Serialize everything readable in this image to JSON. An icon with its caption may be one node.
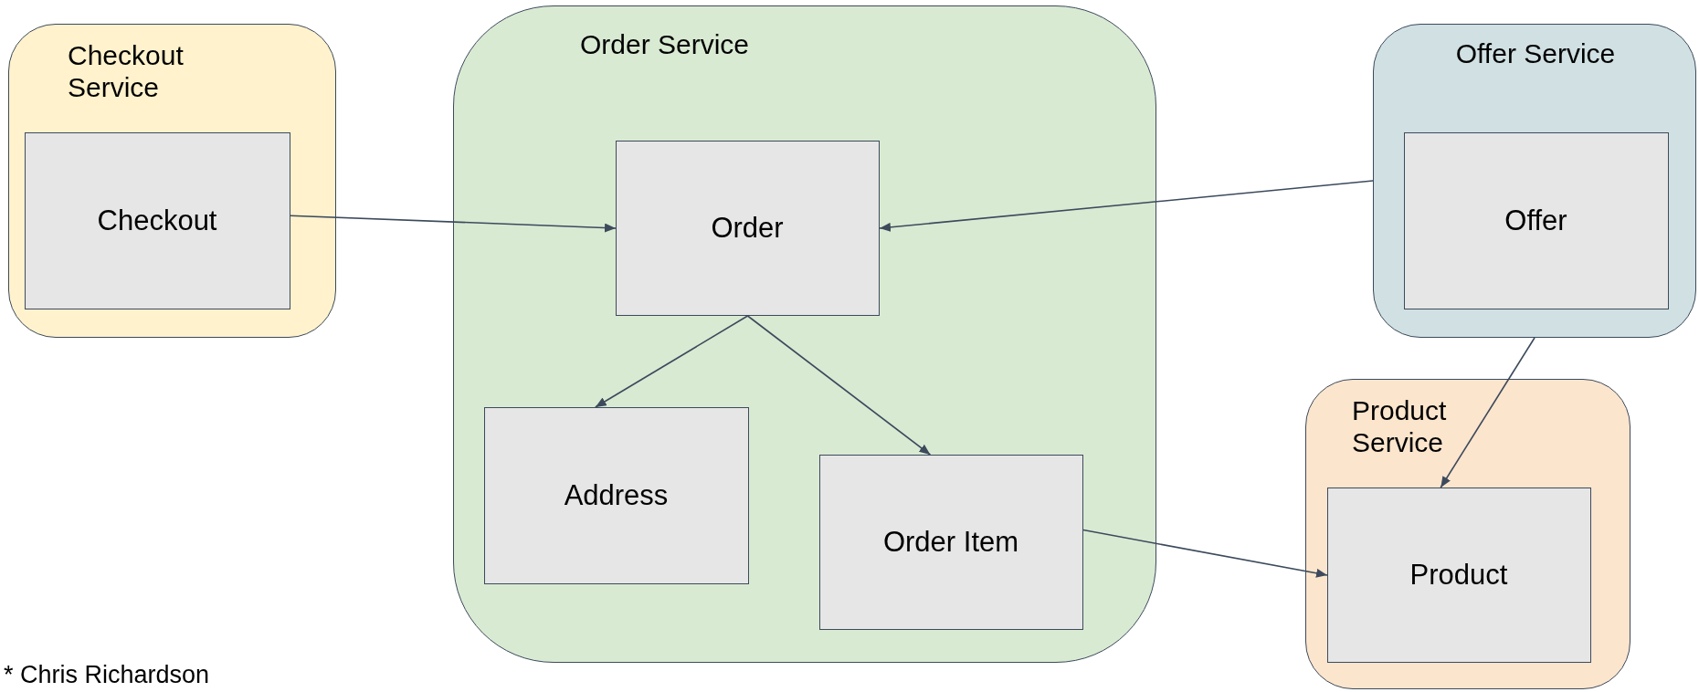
{
  "diagram": {
    "nodes": [
      {
        "text": [
          "Checkout Service"
        ]
      },
      {
        "text": [
          "Checkout"
        ],
        "in": 0
      },
      {
        "text": [
          "Order Service"
        ]
      },
      {
        "text": [
          "Order"
        ],
        "in": 2
      },
      {
        "text": [
          "Address"
        ],
        "in": 2
      },
      {
        "text": [
          "Order Item"
        ],
        "in": 2
      },
      {
        "text": [
          "Offer Service"
        ]
      },
      {
        "text": [
          "Offer"
        ],
        "in": 6
      },
      {
        "text": [
          "Product Service"
        ]
      },
      {
        "text": [
          "Product"
        ],
        "in": 8
      }
    ],
    "edges": [
      {
        "from": 1,
        "to": 3,
        "arrow": "to"
      },
      {
        "from": 6,
        "to": 3,
        "arrow": "to"
      },
      {
        "from": 3,
        "to": 4,
        "arrow": "to"
      },
      {
        "from": 3,
        "to": 5,
        "arrow": "to"
      },
      {
        "from": 5,
        "to": 9,
        "arrow": "to"
      },
      {
        "from": 6,
        "to": 9,
        "arrow": "to"
      }
    ],
    "labels": [
      "* Chris Richardson"
    ]
  }
}
